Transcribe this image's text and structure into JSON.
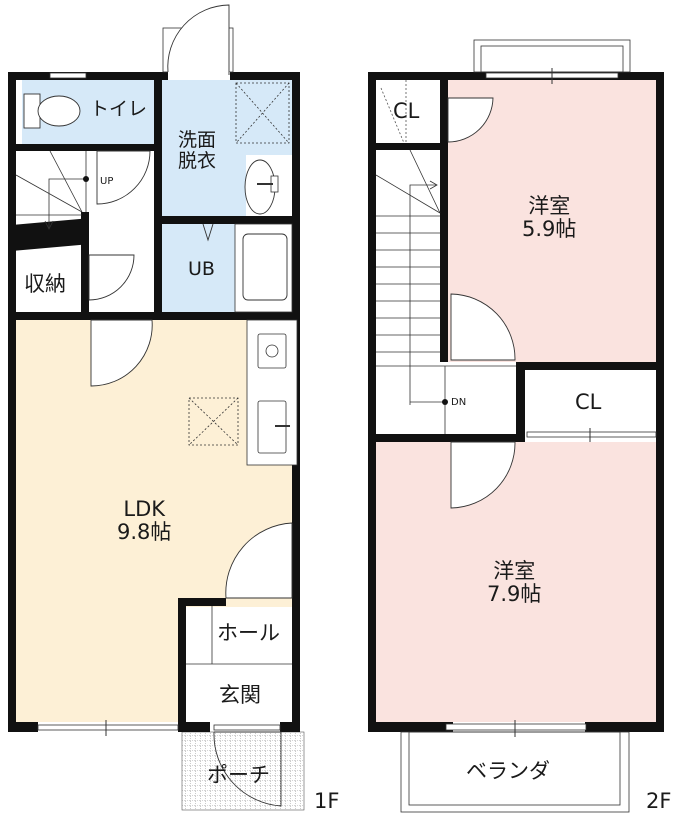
{
  "colors": {
    "wall": "#111111",
    "wet_area": "#d6e9f8",
    "ldk_floor": "#fdf0d6",
    "bedroom_floor": "#fae3df",
    "background": "#ffffff",
    "line": "#333333"
  },
  "floor1": {
    "label": "1F",
    "rooms": {
      "toilet": "トイレ",
      "washroom_line1": "洗面",
      "washroom_line2": "脱衣",
      "bath": "UB",
      "storage": "収納",
      "ldk_name": "LDK",
      "ldk_size": "9.8帖",
      "hall": "ホール",
      "entrance": "玄関",
      "porch": "ポーチ"
    },
    "stairs_label": "UP"
  },
  "floor2": {
    "label": "2F",
    "rooms": {
      "closet_top": "CL",
      "closet_mid": "CL",
      "bedroom1_name": "洋室",
      "bedroom1_size": "5.9帖",
      "bedroom2_name": "洋室",
      "bedroom2_size": "7.9帖",
      "balcony": "ベランダ"
    },
    "stairs_label": "DN"
  }
}
